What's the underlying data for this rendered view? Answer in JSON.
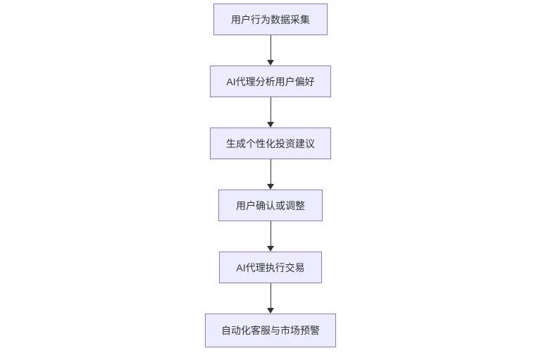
{
  "diagram": {
    "type": "flowchart",
    "direction": "top-down",
    "colors": {
      "background": "#ffffff",
      "node_fill": "#ECECFF",
      "node_border": "#9370DB",
      "node_text": "#333333",
      "arrow": "#333333"
    },
    "nodes": [
      {
        "id": "step-1",
        "label": "用户行为数据采集"
      },
      {
        "id": "step-2",
        "label": "AI代理分析用户偏好"
      },
      {
        "id": "step-3",
        "label": "生成个性化投资建议"
      },
      {
        "id": "step-4",
        "label": "用户确认或调整"
      },
      {
        "id": "step-5",
        "label": "AI代理执行交易"
      },
      {
        "id": "step-6",
        "label": "自动化客服与市场预警"
      }
    ],
    "edges": [
      {
        "from": "step-1",
        "to": "step-2"
      },
      {
        "from": "step-2",
        "to": "step-3"
      },
      {
        "from": "step-3",
        "to": "step-4"
      },
      {
        "from": "step-4",
        "to": "step-5"
      },
      {
        "from": "step-5",
        "to": "step-6"
      }
    ]
  }
}
